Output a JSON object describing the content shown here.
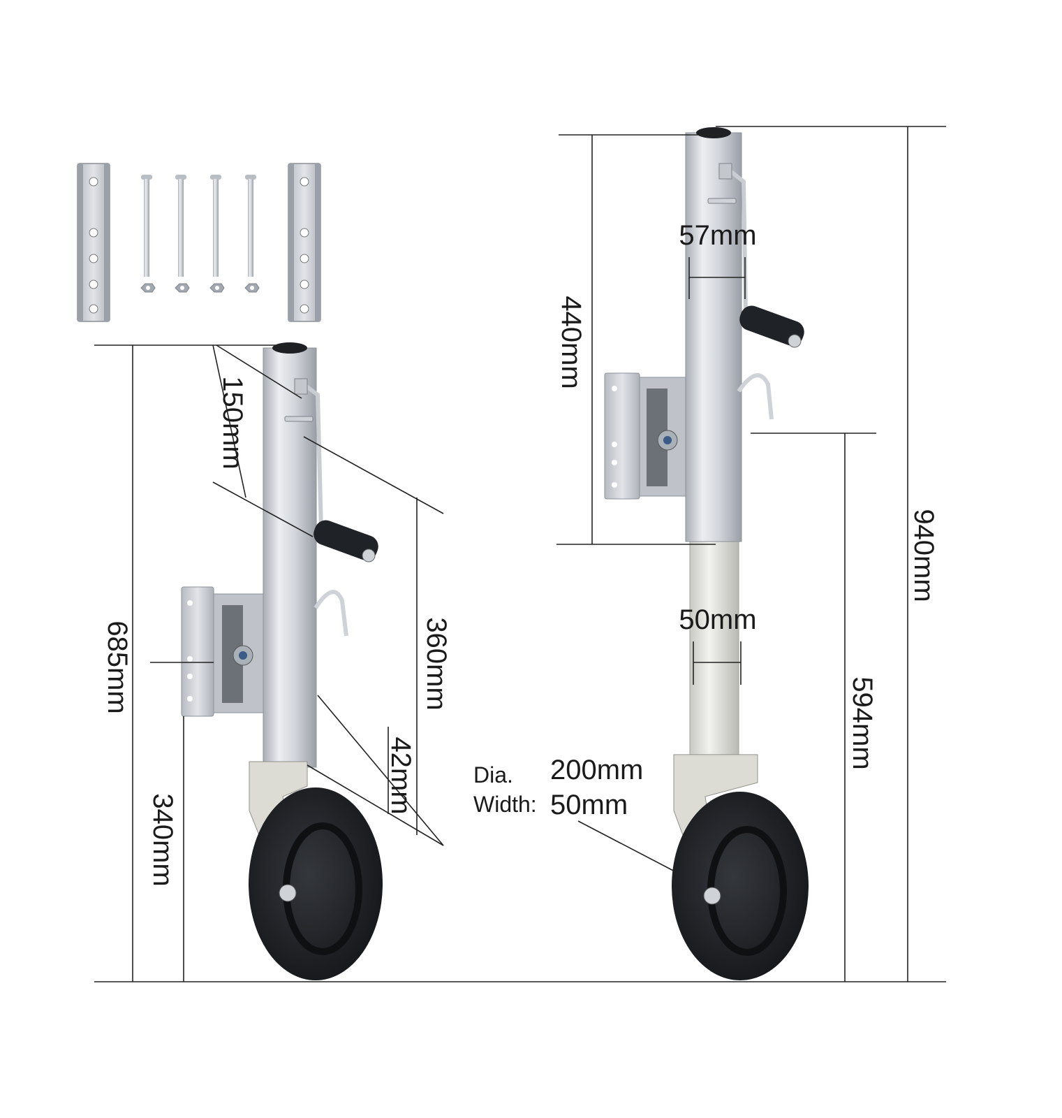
{
  "dimensions": {
    "left_jack": {
      "total_height": "685mm",
      "top_to_handle": "150mm",
      "tube_length": "360mm",
      "bracket_to_ground": "340mm",
      "bottom_offset": "42mm"
    },
    "right_jack": {
      "outer_tube_diameter": "57mm",
      "retracted_tube_length": "440mm",
      "inner_tube_diameter": "50mm",
      "extended_height": "940mm",
      "bracket_to_ground": "594mm"
    },
    "wheel": {
      "diameter_label": "Dia.",
      "diameter_value": "200mm",
      "width_label": "Width:",
      "width_value": "50mm"
    }
  },
  "colors": {
    "steel": "#d4d7dc",
    "steel_dark": "#9da2aa",
    "tire": "#1e2024",
    "handle": "#1f2226",
    "lines": "#222222",
    "background": "#ffffff"
  }
}
